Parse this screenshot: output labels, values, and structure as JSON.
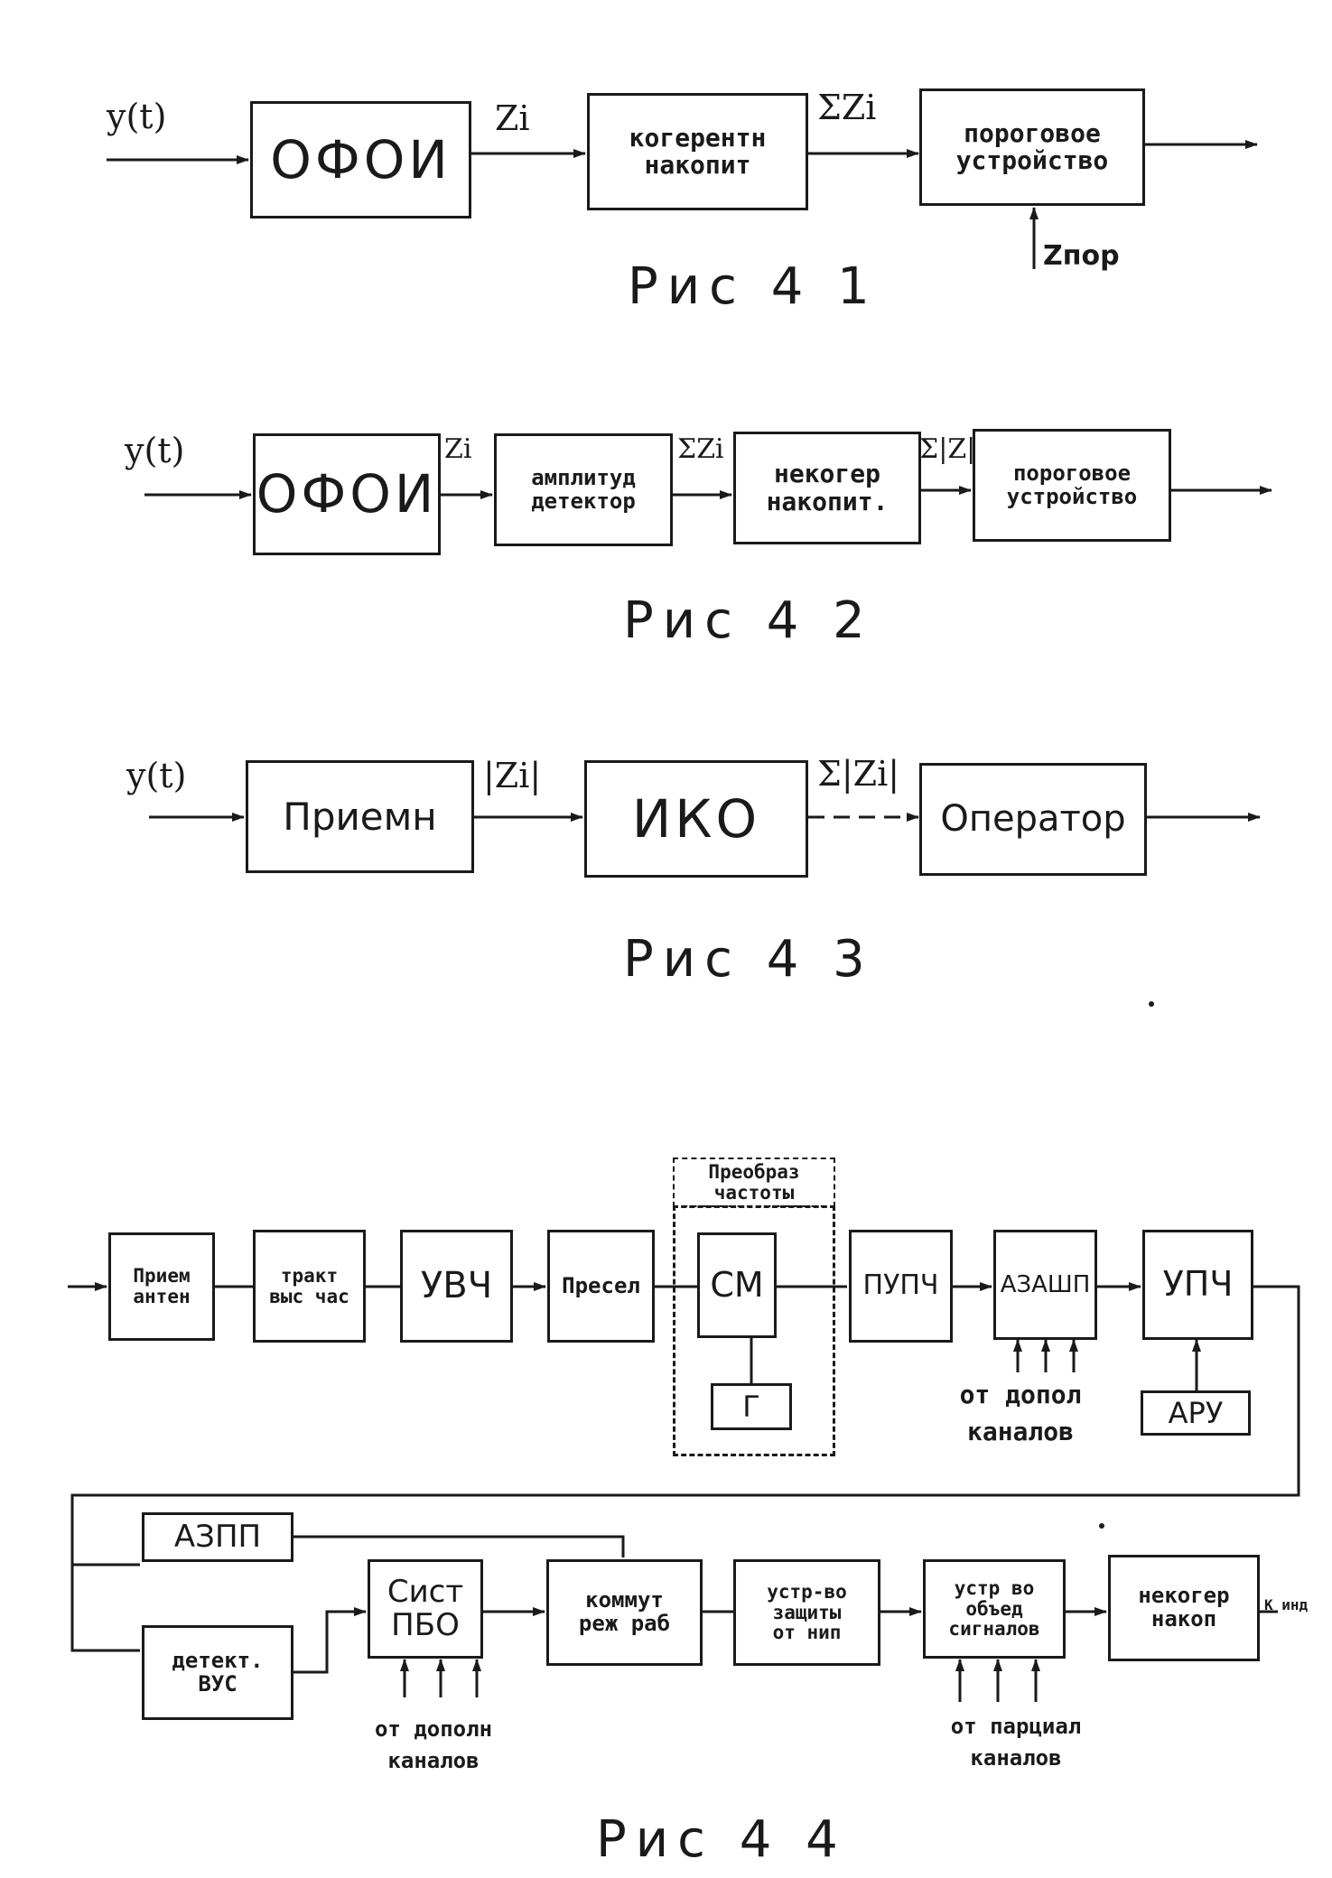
{
  "fig41": {
    "caption": "Рис 4 1",
    "input": "y(t)",
    "b1": "ОФОИ",
    "s1": "Zi",
    "b2": [
      "когерентн",
      "накопит"
    ],
    "s2": "ΣZi",
    "b3": [
      "пороговое",
      "устройство"
    ],
    "threshold": "Zпор"
  },
  "fig42": {
    "caption": "Рис 4 2",
    "input": "y(t)",
    "b1": "ОФОИ",
    "s1": "Zi",
    "b2": [
      "амплитуд",
      "детектор"
    ],
    "s2": "ΣZi",
    "b3": [
      "некогер",
      "накопит."
    ],
    "s3": "Σ|Z|",
    "b4": [
      "пороговое",
      "устройство"
    ]
  },
  "fig43": {
    "caption": "Рис 4 3",
    "input": "y(t)",
    "b1": "Приемн",
    "s1": "|Zi|",
    "b2": "ИКО",
    "s2": "Σ|Zi|",
    "b3": "Оператор"
  },
  "fig44": {
    "caption": "Рис 4 4",
    "row1": {
      "b1": [
        "Прием",
        "антен"
      ],
      "b2": [
        "тракт",
        "выс час"
      ],
      "b3": "УВЧ",
      "b4": "Пресел",
      "group": [
        "Преобраз",
        "частоты"
      ],
      "mixer": "СМ",
      "gen": "Г",
      "b5": "ПУПЧ",
      "b6": "АЗАШП",
      "b6_note": [
        "от допол",
        "каналов"
      ],
      "b7": "УПЧ",
      "agc": "АРУ"
    },
    "row2": {
      "azpp": "АЗПП",
      "det": [
        "детект.",
        "ВУС"
      ],
      "sist": [
        "Сист",
        "ПБО"
      ],
      "sist_note": [
        "от дополн",
        "каналов"
      ],
      "komm": [
        "коммут",
        "реж раб"
      ],
      "zashch": [
        "устр-во",
        "защиты",
        "от нип"
      ],
      "obed": [
        "устр во",
        "объед",
        "сигналов"
      ],
      "obed_note": [
        "от парциал",
        "каналов"
      ],
      "nekog": [
        "некогер",
        "накоп"
      ],
      "out": "К инд"
    }
  }
}
